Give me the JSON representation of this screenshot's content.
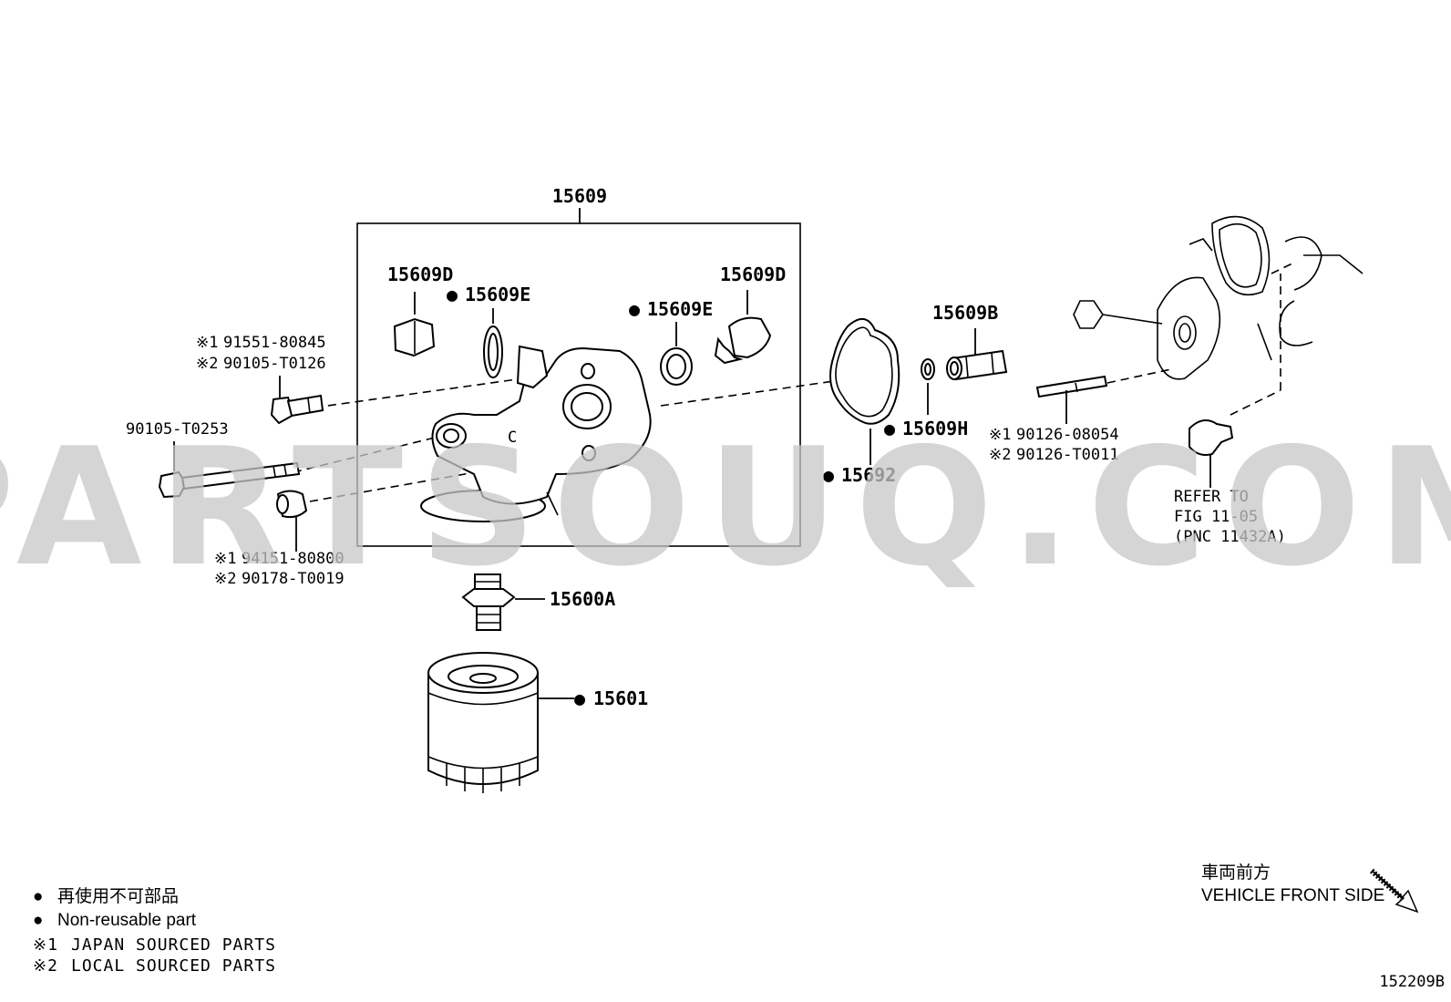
{
  "group_label": "15609",
  "labels": {
    "plug_left": "15609D",
    "gasket_left": "15609E",
    "gasket_right": "15609E",
    "plug_right": "15609D",
    "pipe": "15609B",
    "o_ring": "15609H",
    "housing_gasket": "15692",
    "bolt_long": "90105-T0253",
    "union": "15600A",
    "filter": "15601",
    "refer_line1": "REFER TO",
    "refer_line2": "FIG 11-05",
    "refer_line3": "(PNC 11432A)",
    "housing_mark": "C",
    "figure_id": "152209B"
  },
  "alt_parts": {
    "bolt_short": {
      "japan": "91551-80845",
      "local": "90105-T0126"
    },
    "washer": {
      "japan": "94151-80800",
      "local": "90178-T0019"
    },
    "stud": {
      "japan": "90126-08054",
      "local": "90126-T0011"
    }
  },
  "marks": {
    "japan": "※1",
    "local": "※2",
    "dot": "●"
  },
  "legend": {
    "non_reusable_jp": "再使用不可部品",
    "non_reusable_en": "Non-reusable part",
    "japan_sourced": "JAPAN SOURCED PARTS",
    "local_sourced": "LOCAL SOURCED PARTS"
  },
  "front_side": {
    "jp": "車両前方",
    "en": "VEHICLE FRONT SIDE"
  },
  "watermark": "PARTSOUQ.COM"
}
